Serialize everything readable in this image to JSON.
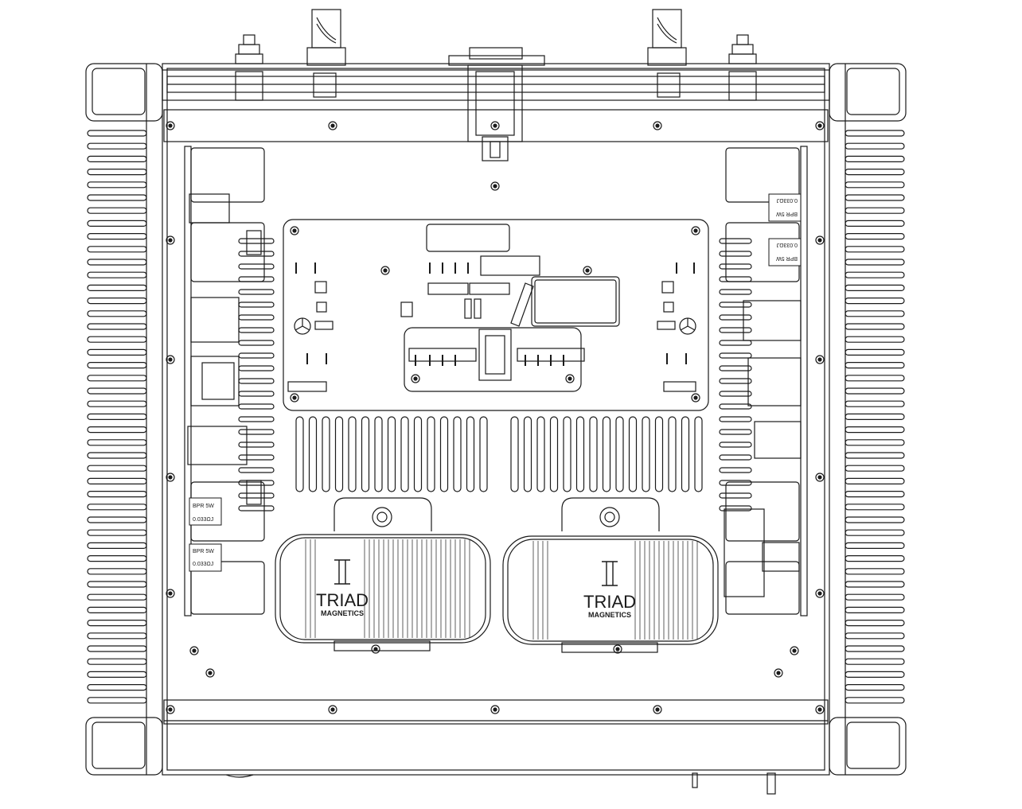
{
  "transformers": [
    {
      "brand": "TRIAD",
      "subtitle": "MAGNETICS"
    },
    {
      "brand": "TRIAD",
      "subtitle": "MAGNETICS"
    }
  ],
  "resistor_labels": {
    "left": [
      {
        "line1": "BPR 5W",
        "line2": "0.033ΩJ"
      },
      {
        "line1": "BPR 5W",
        "line2": "0.033ΩJ"
      }
    ],
    "right": [
      {
        "line1": "BPR 5W",
        "line2": "0.033ΩJ"
      },
      {
        "line1": "BPR 5W",
        "line2": "0.033ΩJ"
      }
    ]
  },
  "colors": {
    "line": "#1a1a1a",
    "fill": "#ffffff"
  }
}
